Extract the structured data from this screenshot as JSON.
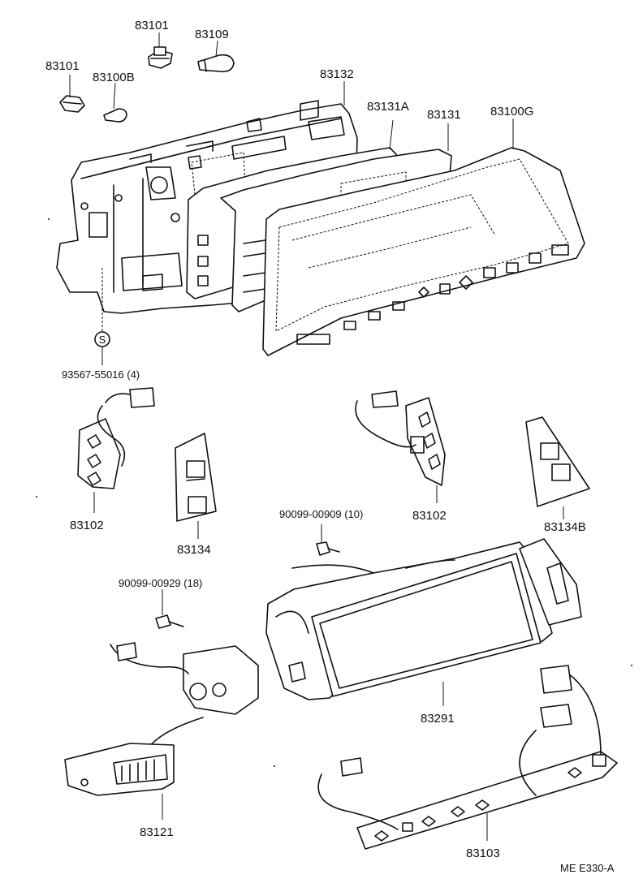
{
  "parts": {
    "p83101a": "83101",
    "p83109": "83109",
    "p83101b": "83101",
    "p83100b": "83100B",
    "p83132": "83132",
    "p83131a": "83131A",
    "p83131": "83131",
    "p83100g": "83100G",
    "p93567": "93567-55016 (4)",
    "p83102a": "83102",
    "p83134": "83134",
    "p90099_909": "90099-00909 (10)",
    "p83102b": "83102",
    "p83134b": "83134B",
    "p90099_929": "90099-00929 (18)",
    "p83291": "83291",
    "p83121": "83121",
    "p83103": "83103"
  },
  "ref_code": "ME E330-A",
  "screw_symbol": "S"
}
